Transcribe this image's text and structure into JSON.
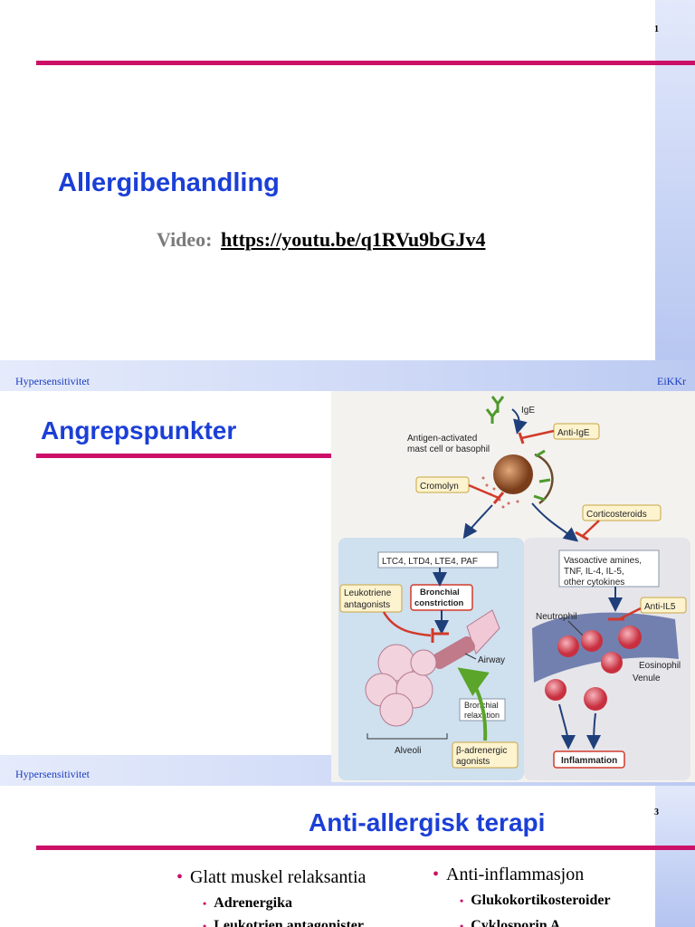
{
  "slide1": {
    "page_number": "1",
    "title": "Allergibehandling",
    "video_label": "Video:",
    "video_link": "https://youtu.be/q1RVu9bGJv4",
    "footer_left": "Hypersensitivitet",
    "footer_right": "EiKKr"
  },
  "slide2": {
    "title": "Angrepspunkter",
    "footer_left": "Hypersensitivitet",
    "figure": {
      "ige": "IgE",
      "mast_cell": [
        "Antigen-activated",
        "mast cell or basophil"
      ],
      "anti_ige": "Anti-IgE",
      "cromolyn": "Cromolyn",
      "corticosteroids": "Corticosteroids",
      "leukotrienes": "LTC4, LTD4, LTE4, PAF",
      "cytokines": [
        "Vasoactive amines,",
        "TNF, IL-4, IL-5,",
        "other cytokines"
      ],
      "leuk_antagonists": [
        "Leukotriene",
        "antagonists"
      ],
      "bronchial_constriction": [
        "Bronchial",
        "constriction"
      ],
      "airway": "Airway",
      "bronchial_relaxation": [
        "Bronchial",
        "relaxation"
      ],
      "alveoli": "Alveoli",
      "beta_agonists": [
        "β-adrenergic",
        "agonists"
      ],
      "neutrophil": "Neutrophil",
      "anti_il5": "Anti-IL5",
      "eosinophil": "Eosinophil",
      "venule": "Venule",
      "inflammation": "Inflammation"
    }
  },
  "slide3": {
    "page_number": "3",
    "title": "Anti-allergisk terapi",
    "left_bullet": "Glatt muskel relaksantia",
    "left_sub": [
      "Adrenergika",
      "Leukotrien antagonister"
    ],
    "right_bullet": "Anti-inflammasjon",
    "right_sub": [
      "Glukokortikosteroider",
      "Cyklosporin A"
    ]
  },
  "colors": {
    "accent": "#cc1068",
    "title_blue": "#1b3fd6",
    "sidebar": "#c5d2f4"
  }
}
